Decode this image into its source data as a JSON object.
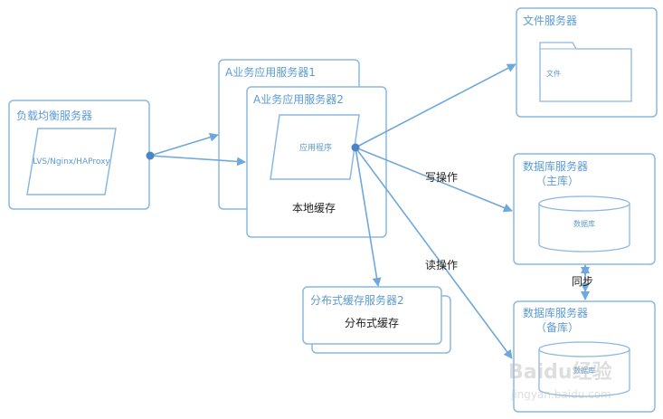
{
  "colors": {
    "stroke": "#8ab8e2",
    "arrow": "#6fa8dc",
    "text_blue": "#5b9bd5",
    "text_dark": "#222222",
    "dot": "#4a86c5"
  },
  "nodes": {
    "lb": {
      "title": "负载均衡服务器",
      "inner": "LVS/Nginx/HAProxy"
    },
    "app1": {
      "title": "A业务应用服务器1"
    },
    "app2": {
      "title": "A业务应用服务器2",
      "inner": "应用程序",
      "cache": "本地缓存"
    },
    "file": {
      "title": "文件服务器",
      "folder_label": "文件"
    },
    "db_master": {
      "title": "数据库服务器",
      "subtitle": "（主库）",
      "cyl_label": "数据库"
    },
    "db_slave": {
      "title": "数据库服务器",
      "subtitle": "（备库）",
      "cyl_label": "数据库"
    },
    "dist_cache": {
      "title": "分布式缓存服务器2",
      "inner": "分布式缓存"
    }
  },
  "edges": {
    "write": "写操作",
    "read": "读操作",
    "sync": "同步"
  },
  "watermark": {
    "brand": "Baidu经验",
    "url": "jingyan.baidu.com"
  }
}
